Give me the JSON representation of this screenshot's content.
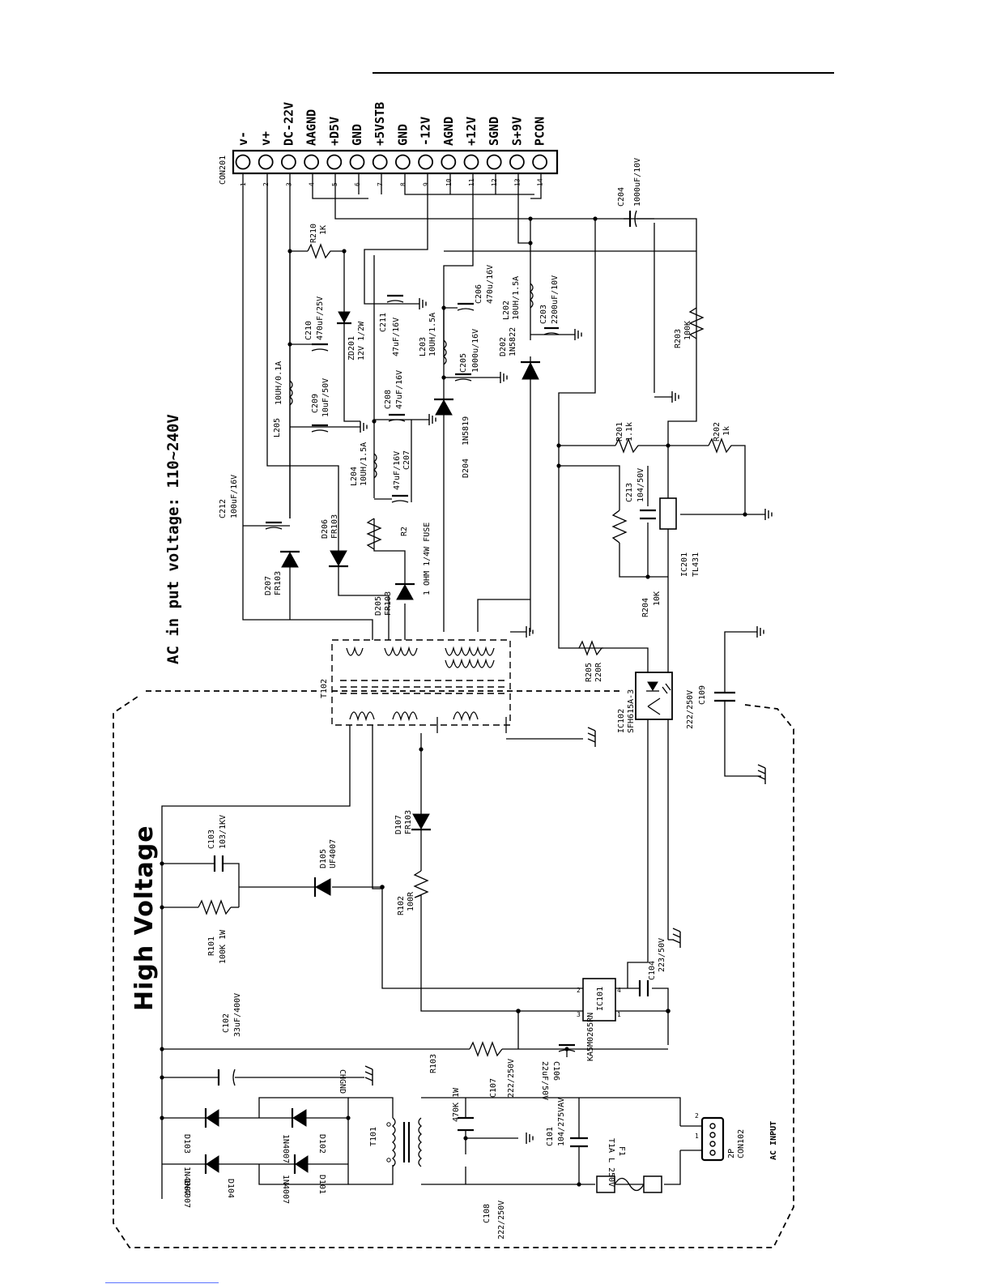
{
  "titles": {
    "high_voltage": "High  Voltage",
    "ac_input_voltage": "AC  in  put  voltage:  110~240V",
    "ac_input": "AC INPUT"
  },
  "connector": {
    "ref": "CON201",
    "pins": [
      {
        "num": "1",
        "label": "v-"
      },
      {
        "num": "2",
        "label": "v+"
      },
      {
        "num": "3",
        "label": "DC-22V"
      },
      {
        "num": "4",
        "label": "AAGND"
      },
      {
        "num": "5",
        "label": "+D5V"
      },
      {
        "num": "6",
        "label": "GND"
      },
      {
        "num": "7",
        "label": "+5VSTB"
      },
      {
        "num": "8",
        "label": "GND"
      },
      {
        "num": "9",
        "label": "-12V"
      },
      {
        "num": "10",
        "label": "AGND"
      },
      {
        "num": "11",
        "label": "+12V"
      },
      {
        "num": "12",
        "label": "SGND"
      },
      {
        "num": "13",
        "label": "S+9V"
      },
      {
        "num": "14",
        "label": "PCON"
      }
    ]
  },
  "components": {
    "c204": {
      "ref": "C204",
      "value": "1000uF/10V"
    },
    "r210": {
      "ref": "R210",
      "value": "1K"
    },
    "c210": {
      "ref": "C210",
      "value": "470uF/25V"
    },
    "zd201": {
      "ref": "ZD201",
      "value": "12V 1/2W"
    },
    "c211": {
      "ref": "C211",
      "value": "47uF/16V"
    },
    "c206": {
      "ref": "C206",
      "value": "470u/16V"
    },
    "l202": {
      "ref": "L202",
      "value": "10UH/1.5A"
    },
    "c203": {
      "ref": "C203",
      "value": "2200uF/10V"
    },
    "l203": {
      "ref": "L203",
      "value": "10UH/1.5A"
    },
    "c205": {
      "ref": "C205",
      "value": "1000u/16V"
    },
    "d202": {
      "ref": "D202",
      "value": "1N5822"
    },
    "r203": {
      "ref": "R203",
      "value": "100K"
    },
    "l205": {
      "ref": "L205",
      "value": "10UH/0.1A"
    },
    "c209": {
      "ref": "C209",
      "value": "10uF/50V"
    },
    "c208": {
      "ref": "C208",
      "value": "47uF/16V"
    },
    "d204": {
      "ref": "D204",
      "value": "1N5819"
    },
    "l204": {
      "ref": "L204",
      "value": "10UH/1.5A"
    },
    "c207": {
      "ref": "C207",
      "value": "47uF/16V"
    },
    "r201": {
      "ref": "R201",
      "value": "1.1k"
    },
    "r202": {
      "ref": "R202",
      "value": "1k"
    },
    "c212": {
      "ref": "C212",
      "value": "100uF/16V"
    },
    "d206": {
      "ref": "D206",
      "value": "FR103"
    },
    "r2": {
      "ref": "R2",
      "value": "1 OHM 1/4W FUSE"
    },
    "c213": {
      "ref": "C213",
      "value": "104/50V"
    },
    "d207": {
      "ref": "D207",
      "value": "FR103"
    },
    "d205": {
      "ref": "D205",
      "value": "FR103"
    },
    "ic201": {
      "ref": "IC201",
      "value": "TL431"
    },
    "r204": {
      "ref": "R204",
      "value": "10K"
    },
    "r205": {
      "ref": "R205",
      "value": "220R"
    },
    "ic102": {
      "ref": "IC102",
      "value": "SFH615A-3"
    },
    "c109": {
      "ref": "C109",
      "value": "222/250V"
    },
    "t102": {
      "ref": "T102"
    },
    "d107": {
      "ref": "D107",
      "value": "FR103"
    },
    "c103": {
      "ref": "C103",
      "value": "103/1KV"
    },
    "d105": {
      "ref": "D105",
      "value": "UF4007"
    },
    "r102": {
      "ref": "R102",
      "value": "100R"
    },
    "r101": {
      "ref": "R101",
      "value": "100K  1W"
    },
    "c104": {
      "ref": "C104",
      "value": "223/50V"
    },
    "ic101": {
      "ref": "IC101",
      "value": "KA5M0265RN"
    },
    "c102": {
      "ref": "C102",
      "value": "33uF/400V"
    },
    "r103": {
      "ref": "R103",
      "value": "470K  1W"
    },
    "c107": {
      "ref": "C107",
      "value": "222/250V"
    },
    "c106": {
      "ref": "C106",
      "value": "22uF/50V"
    },
    "chgnd": {
      "label": "CHGND"
    },
    "d103": {
      "ref": "D103",
      "value": "1N4007"
    },
    "d102": {
      "ref": "D102",
      "value": "1N4007"
    },
    "t101": {
      "ref": "T101"
    },
    "d104": {
      "ref": "D104",
      "value": "1N4007"
    },
    "d101": {
      "ref": "D101",
      "value": "1N4007"
    },
    "c101": {
      "ref": "C101",
      "value": "104/275VAV"
    },
    "f1": {
      "ref": "F1",
      "value": "T1A L 250V"
    },
    "c108": {
      "ref": "C108",
      "value": "222/250V"
    },
    "con102": {
      "ref": "CON102",
      "pins": "2P"
    }
  }
}
